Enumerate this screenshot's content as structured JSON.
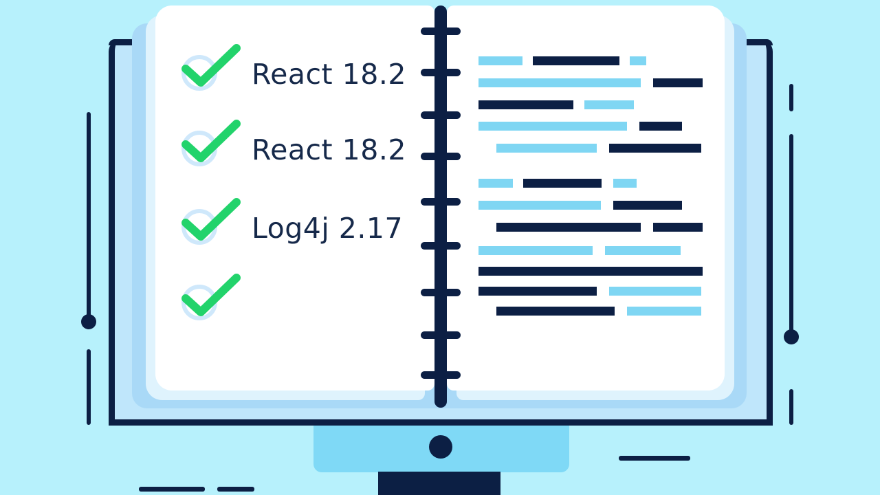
{
  "checklist": [
    {
      "label": "React 18.2"
    },
    {
      "label": "React 18.2"
    },
    {
      "label": "Log4j 2.17"
    },
    {
      "label": ""
    }
  ],
  "colors": {
    "background": "#b7f1fc",
    "navy": "#0c1f44",
    "check_green": "#22d36b",
    "code_light": "#7fd6f3"
  },
  "icons": [
    "check-icon",
    "monitor-icon",
    "book-icon"
  ]
}
